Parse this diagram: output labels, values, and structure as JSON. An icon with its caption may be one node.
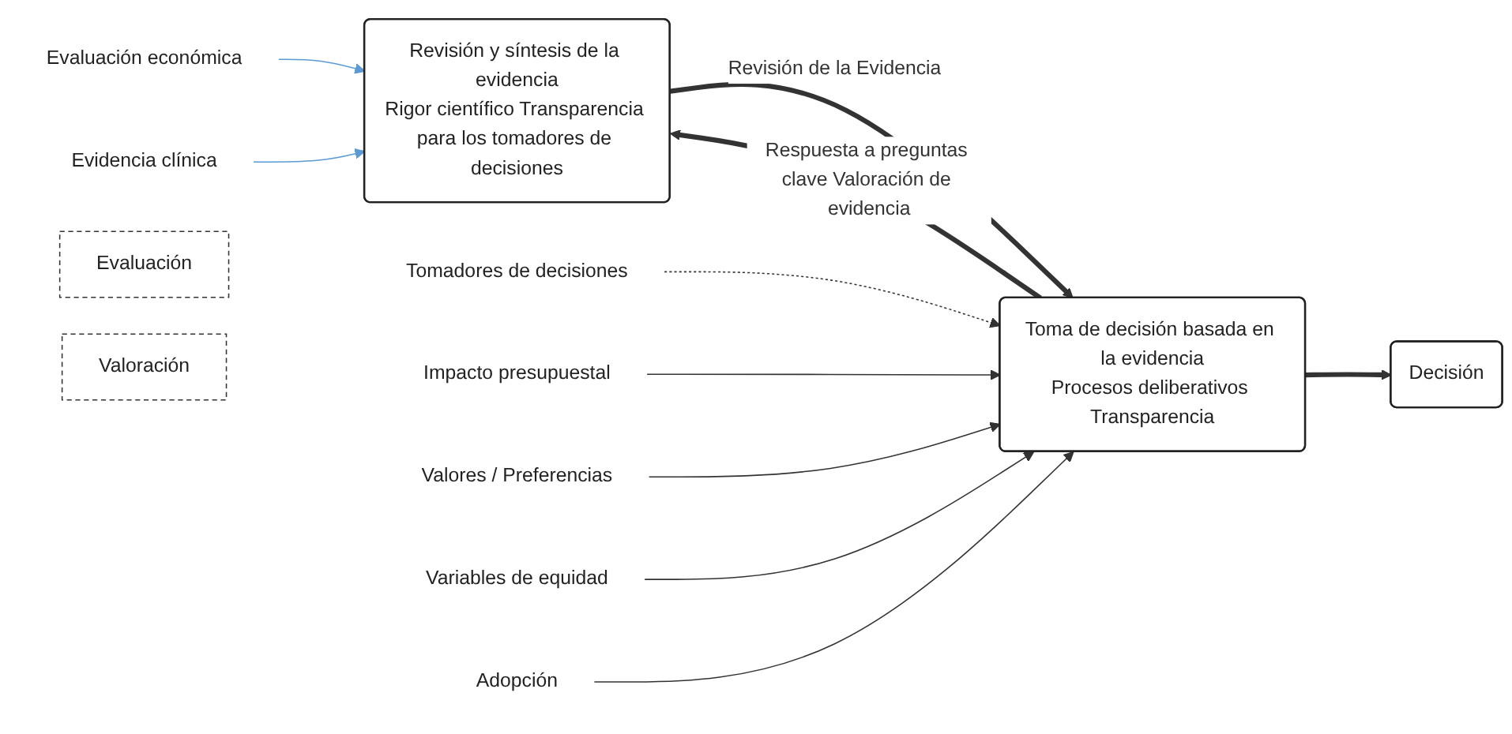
{
  "diagram": {
    "nodes": [
      {
        "text": [
          "Evaluación económica"
        ]
      },
      {
        "text": [
          "Evidencia clínica"
        ]
      },
      {
        "text": [
          "Revisión y síntesis de la evidencia",
          "Rigor científico Transparencia para los tomadores de decisiones"
        ]
      },
      {
        "text": [
          "Tomadores de decisiones"
        ]
      },
      {
        "text": [
          "Toma de decisión basada en la evidencia",
          "Procesos deliberativos Transparencia"
        ]
      },
      {
        "text": [
          "Impacto presupuestal"
        ]
      },
      {
        "text": [
          "Valores / Preferencias"
        ]
      },
      {
        "text": [
          "Variables de equidad"
        ]
      },
      {
        "text": [
          "Adopción"
        ]
      },
      {
        "text": [
          "Decisión"
        ]
      },
      {
        "text": [
          "Evaluación"
        ]
      },
      {
        "text": [
          "Valoración"
        ]
      }
    ],
    "edges": [
      {
        "from": 0,
        "to": 2,
        "arrow": "to",
        "color": "#5b9bd5"
      },
      {
        "from": 1,
        "to": 2,
        "arrow": "to",
        "color": "#5b9bd5"
      },
      {
        "from": 4,
        "to": 2,
        "arrow": "to",
        "style": "thick",
        "label": "Respuesta a preguntas clave Valoración de evidencia"
      },
      {
        "from": 2,
        "to": 4,
        "arrow": "to",
        "style": "thick",
        "label": "Revisión de la Evidencia"
      },
      {
        "from": 3,
        "to": 4,
        "arrow": "to",
        "style": "dashed"
      },
      {
        "from": 5,
        "to": 4,
        "arrow": "to"
      },
      {
        "from": 6,
        "to": 4,
        "arrow": "to"
      },
      {
        "from": 7,
        "to": 4,
        "arrow": "to"
      },
      {
        "from": 8,
        "to": 4,
        "arrow": "to"
      },
      {
        "from": 4,
        "to": 9,
        "arrow": "to",
        "style": "thick"
      }
    ]
  }
}
